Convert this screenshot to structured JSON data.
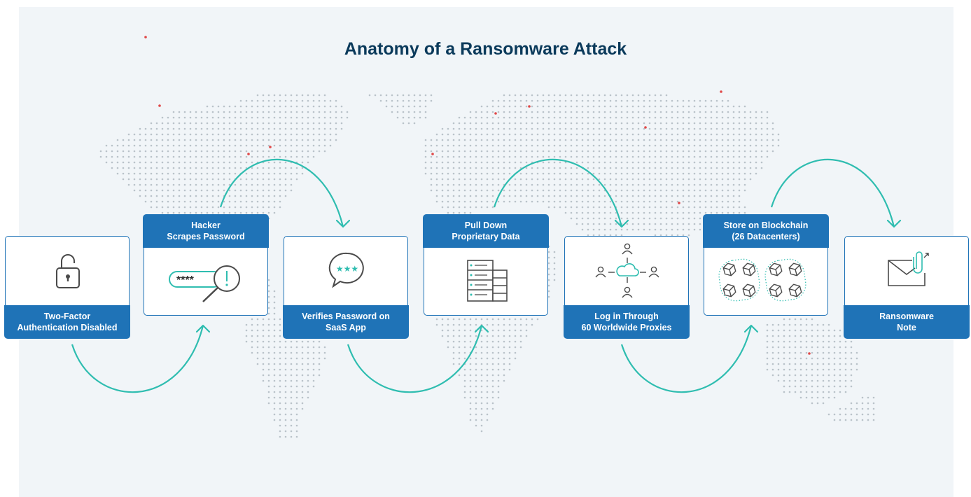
{
  "title": "Anatomy of a Ransomware Attack",
  "colors": {
    "caption_bg": "#1f73b7",
    "title": "#0b3a5b",
    "arrow": "#2fbdb0",
    "icon_stroke": "#4a4a4a",
    "map_dot": "#b9c2c9",
    "map_alert_dot": "#e04848",
    "background": "#f1f5f8"
  },
  "steps": [
    {
      "label": "Two-Factor\nAuthentication Disabled",
      "icon": "unlocked-padlock-icon"
    },
    {
      "label": "Hacker\nScrapes Password",
      "icon": "password-search-icon",
      "password_mask": "****"
    },
    {
      "label": "Verifies Password on\nSaaS App",
      "icon": "chat-bubble-icon"
    },
    {
      "label": "Pull Down\nProprietary Data",
      "icon": "server-stack-icon"
    },
    {
      "label": "Log in Through\n60 Worldwide Proxies",
      "icon": "proxy-network-icon"
    },
    {
      "label": "Store on Blockchain\n(26 Datacenters)",
      "icon": "blockchain-cubes-icon"
    },
    {
      "label": "Ransomware\nNote",
      "icon": "envelope-attachment-icon"
    }
  ]
}
